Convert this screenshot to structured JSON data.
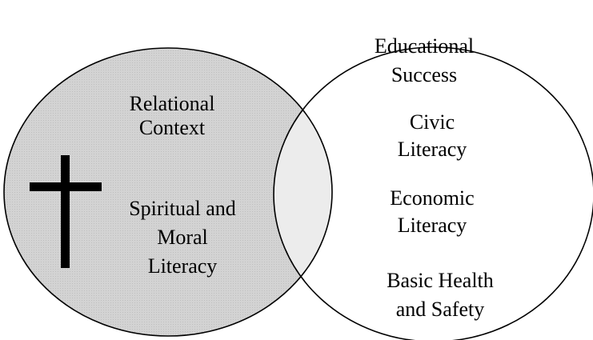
{
  "colors": {
    "left_fill": "#d3d3d3",
    "overlap_fill": "#ececec",
    "right_fill": "#ffffff",
    "stroke": "#000000",
    "cross": "#000000"
  },
  "icons": {
    "cross": "cross-icon"
  },
  "left_circle": {
    "label_top": "Relational\nContext",
    "label_bottom": "Spiritual and\nMoral\nLiteracy"
  },
  "right_circle": {
    "items": [
      "Educational\nSuccess",
      "Civic\nLiteracy",
      "Economic\nLiteracy",
      "Basic Health\nand Safety"
    ]
  }
}
